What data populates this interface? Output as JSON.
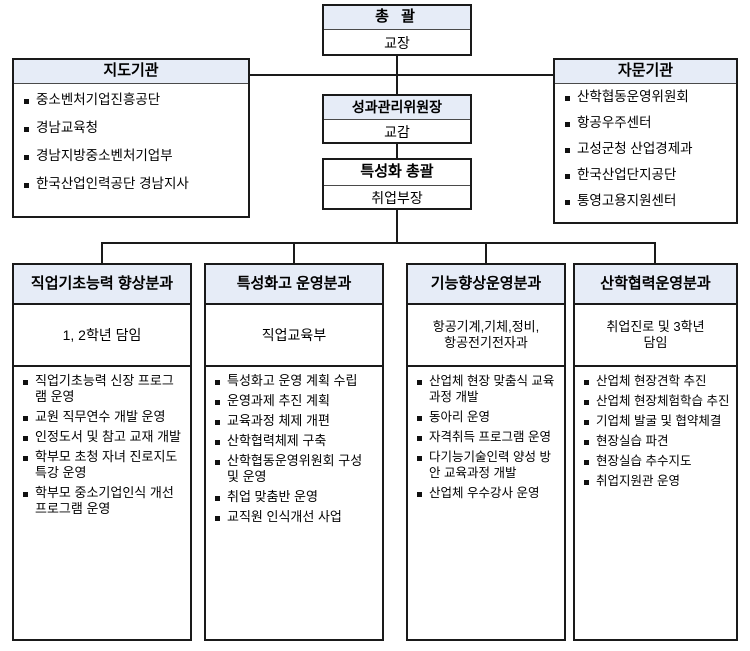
{
  "top": {
    "header": "총  괄",
    "body": "교장"
  },
  "left_panel": {
    "header": "지도기관",
    "items": [
      "중소벤처기업진흥공단",
      "경남교육청",
      "경남지방중소벤처기업부",
      "한국산업인력공단 경남지사"
    ]
  },
  "right_panel": {
    "header": "자문기관",
    "items": [
      "산학협동운영위원회",
      "항공우주센터",
      "고성군청 산업경제과",
      "한국산업단지공단",
      "통영고용지원센터"
    ]
  },
  "middle": {
    "committee": {
      "header": "성과관리위원장",
      "body": "교감"
    },
    "specialization": {
      "header": "특성화 총괄",
      "body": "취업부장"
    }
  },
  "columns": [
    {
      "header": "직업기초능력 향상분과",
      "subtitle": "1, 2학년 담임",
      "items": [
        "직업기초능력 신장 프로그램 운영",
        "교원 직무연수 개발 운영",
        "인정도서 및 참고 교재 개발",
        "학부모 초청 자녀 진로지도 특강 운영",
        "학부모 중소기업인식 개선 프로그램 운영"
      ]
    },
    {
      "header": "특성화고 운영분과",
      "subtitle": "직업교육부",
      "items": [
        "특성화고 운영 계획 수립",
        "운영과제 추진 계획",
        "교육과정 체제 개편",
        "산학협력체제 구축",
        "산학협동운영위원회 구성 및 운영",
        "취업 맞춤반 운영",
        "교직원 인식개선 사업"
      ]
    },
    {
      "header": "기능향상운영분과",
      "subtitle": "항공기계,기체,정비,\n항공전기전자과",
      "items": [
        "산업체 현장 맞춤식 교육과정 개발",
        "동아리 운영",
        "자격취득 프로그램 운영",
        "다기능기술인력 양성 방안 교육과정 개발",
        "산업체 우수강사 운영"
      ]
    },
    {
      "header": "산학협력운영분과",
      "subtitle": "취업진로 및 3학년\n담임",
      "items": [
        "산업체 현장견학 추진",
        "산업체 현장체험학습 추진",
        "기업체 발굴 및 협약체결",
        "현장실습 파견",
        "현장실습 추수지도",
        "취업지원관 운영"
      ]
    }
  ],
  "colors": {
    "header_fill": "#e6ecf7",
    "border": "#1a1a1a",
    "background": "#ffffff"
  }
}
